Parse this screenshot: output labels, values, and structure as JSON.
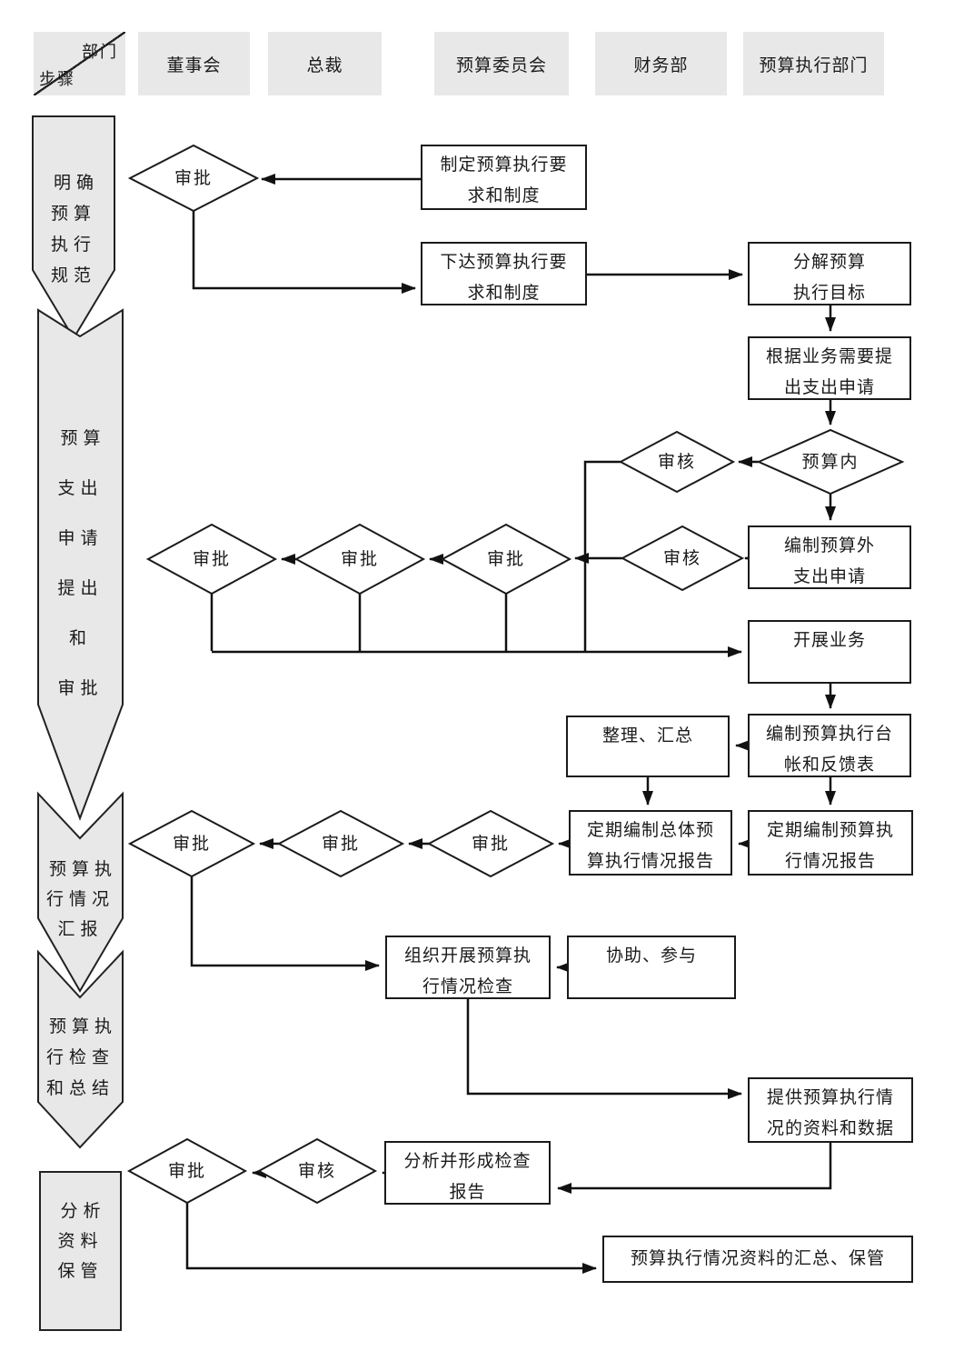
{
  "header": {
    "corner_top": "部门",
    "corner_bottom": "步骤",
    "columns": [
      "董事会",
      "总裁",
      "预算委员会",
      "财务部",
      "预算执行部门"
    ]
  },
  "steps": [
    "明确\n预算\n执行\n规范",
    "预算\n支出\n申请\n提出\n和\n审批",
    "预算执\n行情况\n汇报",
    "预算执\n行检查\n和总结",
    "分析\n资料\n保管"
  ],
  "boxes": {
    "b1": "制定预算执行要\n求和制度",
    "b2": "下达预算执行要\n求和制度",
    "b3": "分解预算\n执行目标",
    "b4": "根据业务需要提\n出支出申请",
    "b5": "编制预算外\n支出申请",
    "b6": "开展业务",
    "b7": "编制预算执行台\n帐和反馈表",
    "b8": "整理、汇总",
    "b9": "定期编制总体预\n算执行情况报告",
    "b10": "定期编制预算执\n行情况报告",
    "b11": "组织开展预算执\n行情况检查",
    "b12": "协助、参与",
    "b13": "提供预算执行情\n况的资料和数据",
    "b14": "分析并形成检查\n报告",
    "b15": "预算执行情况资料的汇总、保管"
  },
  "diamonds": {
    "approve_top": "审批",
    "budget_in": "预算内",
    "review_fin_top": "审核",
    "review_fin_mid": "审核",
    "approve_row2": [
      "审批",
      "审批",
      "审批"
    ],
    "approve_row3": [
      "审批",
      "审批",
      "审批"
    ],
    "review_final": "审核",
    "approve_final": "审批"
  },
  "colors": {
    "shape_fill": "#e8e8e8",
    "line": "#111111",
    "box_border": "#1a1a1a"
  }
}
